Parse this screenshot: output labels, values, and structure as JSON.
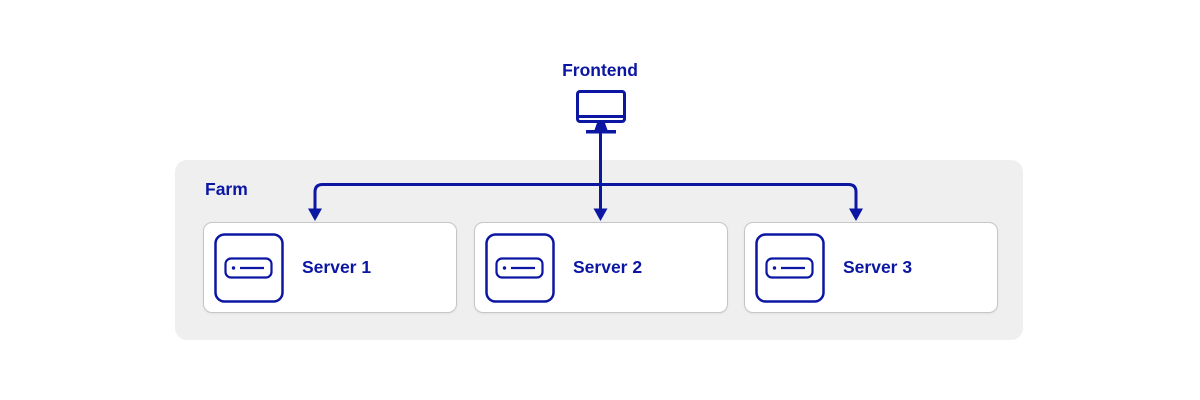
{
  "diagram": {
    "frontend": {
      "label": "Frontend",
      "icon": "monitor-icon"
    },
    "farm": {
      "label": "Farm"
    },
    "servers": [
      {
        "label": "Server 1",
        "icon": "server-icon"
      },
      {
        "label": "Server 2",
        "icon": "server-icon"
      },
      {
        "label": "Server 3",
        "icon": "server-icon"
      }
    ],
    "connections": [
      {
        "from": "Frontend",
        "to": "Server 1",
        "style": "arrow"
      },
      {
        "from": "Frontend",
        "to": "Server 2",
        "style": "arrow"
      },
      {
        "from": "Frontend",
        "to": "Server 3",
        "style": "arrow"
      }
    ]
  },
  "colors": {
    "accent": "#0b16a3",
    "farm_bg": "#efefef",
    "card_bg": "#ffffff",
    "card_border": "#c6c6c6",
    "canvas_bg": "#ffffff"
  }
}
